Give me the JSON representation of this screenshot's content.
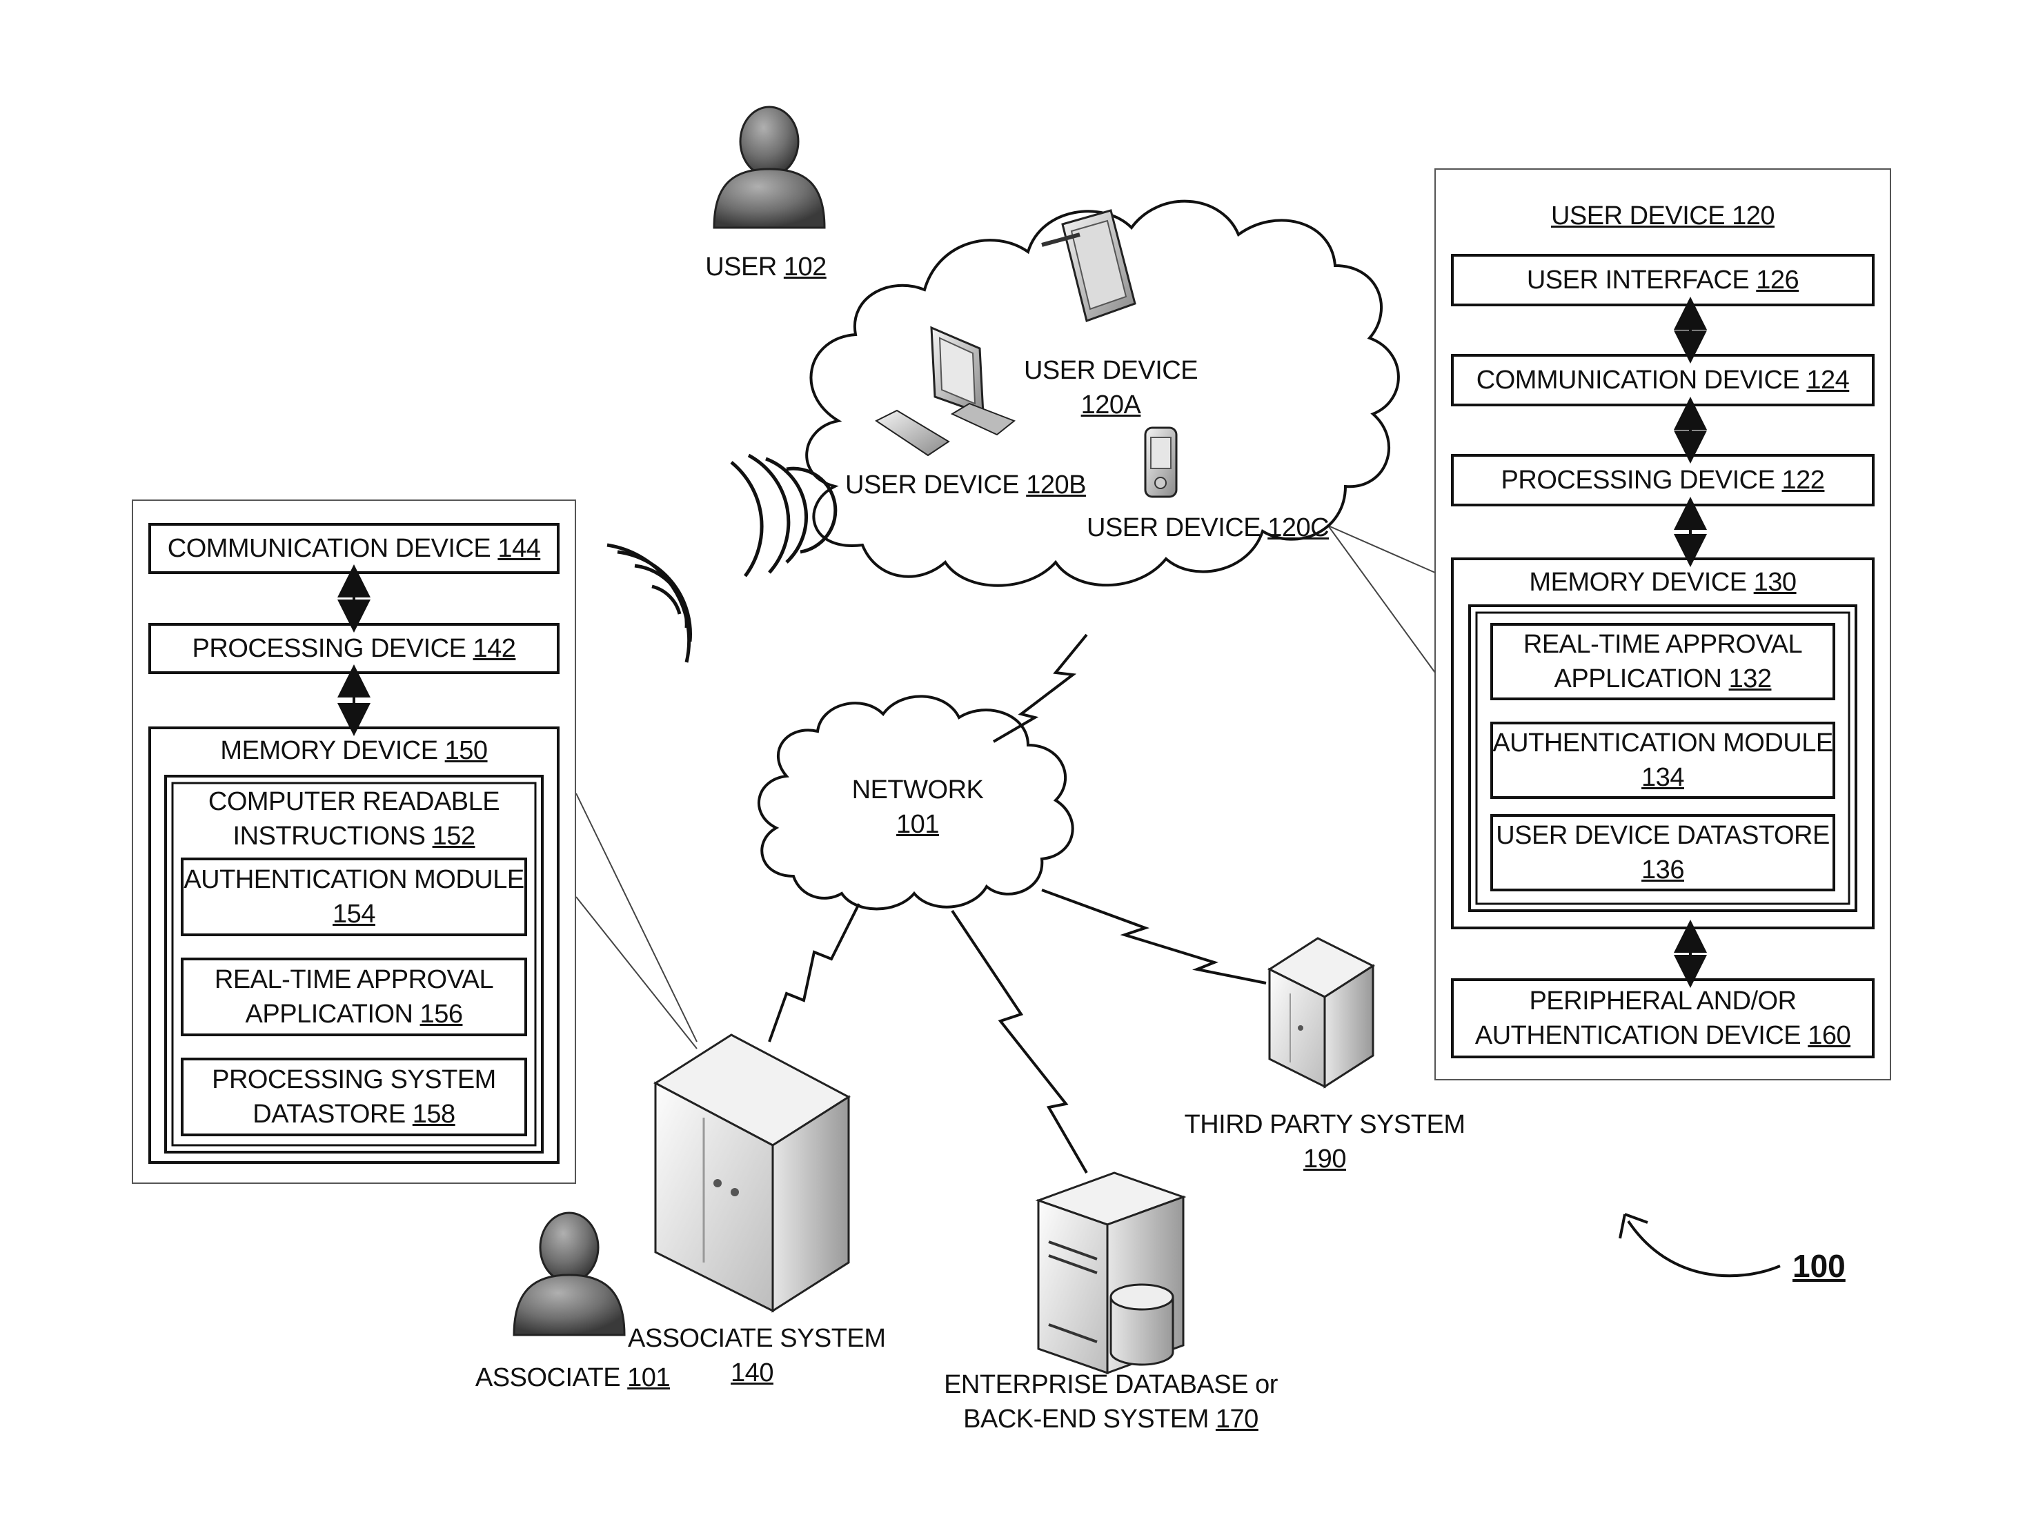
{
  "user": {
    "label": "USER",
    "ref": "102"
  },
  "associate": {
    "label": "ASSOCIATE",
    "ref": "101"
  },
  "network": {
    "label": "NETWORK",
    "ref": "101"
  },
  "user_devices": {
    "a": {
      "label": "USER DEVICE",
      "ref": "120A"
    },
    "b": {
      "label": "USER DEVICE",
      "ref": "120B"
    },
    "c": {
      "label": "USER DEVICE",
      "ref": "120C"
    }
  },
  "associate_system": {
    "label": "ASSOCIATE SYSTEM",
    "ref": "140"
  },
  "enterprise_db": {
    "label_line1": "ENTERPRISE DATABASE or",
    "label_line2": "BACK-END SYSTEM",
    "ref": "170"
  },
  "third_party": {
    "label": "THIRD PARTY SYSTEM",
    "ref": "190"
  },
  "figure_ref": "100",
  "associate_panel": {
    "communication": {
      "label": "COMMUNICATION DEVICE",
      "ref": "144"
    },
    "processing": {
      "label": "PROCESSING DEVICE",
      "ref": "142"
    },
    "memory": {
      "label": "MEMORY DEVICE",
      "ref": "150"
    },
    "cri": {
      "line1": "COMPUTER READABLE",
      "line2": "INSTRUCTIONS",
      "ref": "152"
    },
    "auth": {
      "line1": "AUTHENTICATION MODULE",
      "ref": "154"
    },
    "rta": {
      "line1": "REAL-TIME APPROVAL",
      "line2": "APPLICATION",
      "ref": "156"
    },
    "datastore": {
      "line1": "PROCESSING SYSTEM",
      "line2": "DATASTORE",
      "ref": "158"
    }
  },
  "user_panel": {
    "title": "USER DEVICE 120",
    "ui": {
      "label": "USER INTERFACE",
      "ref": "126"
    },
    "communication": {
      "label": "COMMUNICATION DEVICE",
      "ref": "124"
    },
    "processing": {
      "label": "PROCESSING DEVICE",
      "ref": "122"
    },
    "memory": {
      "label": "MEMORY DEVICE",
      "ref": "130"
    },
    "rta": {
      "line1": "REAL-TIME APPROVAL",
      "line2": "APPLICATION",
      "ref": "132"
    },
    "auth": {
      "label": "AUTHENTICATION MODULE",
      "ref": "134"
    },
    "datastore": {
      "label": "USER DEVICE DATASTORE",
      "ref": "136"
    },
    "peripheral": {
      "line1": "PERIPHERAL AND/OR",
      "line2": "AUTHENTICATION DEVICE",
      "ref": "160"
    }
  }
}
